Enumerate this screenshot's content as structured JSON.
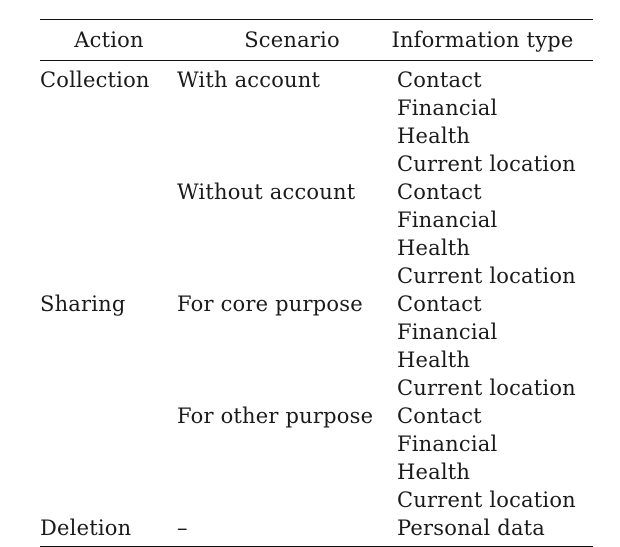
{
  "table": {
    "headers": {
      "action": "Action",
      "scenario": "Scenario",
      "info_type": "Information type"
    },
    "rows": [
      {
        "action": "Collection",
        "scenario": "With account",
        "info": "Contact"
      },
      {
        "action": "",
        "scenario": "",
        "info": "Financial"
      },
      {
        "action": "",
        "scenario": "",
        "info": "Health"
      },
      {
        "action": "",
        "scenario": "",
        "info": "Current location"
      },
      {
        "action": "",
        "scenario": "Without account",
        "info": "Contact"
      },
      {
        "action": "",
        "scenario": "",
        "info": "Financial"
      },
      {
        "action": "",
        "scenario": "",
        "info": "Health"
      },
      {
        "action": "",
        "scenario": "",
        "info": "Current location"
      },
      {
        "action": "Sharing",
        "scenario": "For core purpose",
        "info": "Contact"
      },
      {
        "action": "",
        "scenario": "",
        "info": "Financial"
      },
      {
        "action": "",
        "scenario": "",
        "info": "Health"
      },
      {
        "action": "",
        "scenario": "",
        "info": "Current location"
      },
      {
        "action": "",
        "scenario": "For other purpose",
        "info": "Contact"
      },
      {
        "action": "",
        "scenario": "",
        "info": "Financial"
      },
      {
        "action": "",
        "scenario": "",
        "info": "Health"
      },
      {
        "action": "",
        "scenario": "",
        "info": "Current location"
      },
      {
        "action": "Deletion",
        "scenario": "–",
        "info": "Personal data"
      }
    ]
  }
}
